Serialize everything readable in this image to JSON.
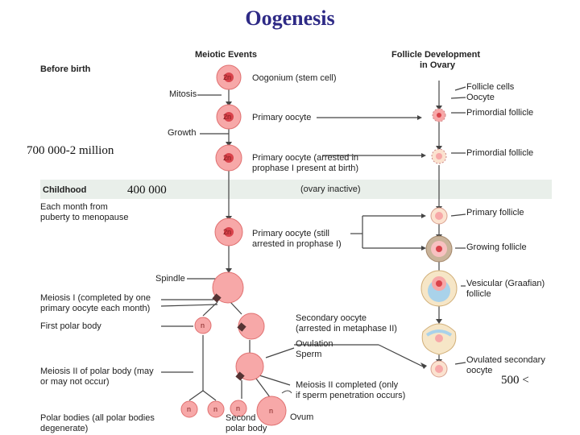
{
  "title": "Oogenesis",
  "headers": {
    "meiotic_events": "Meiotic Events",
    "follicle_dev_1": "Follicle Development",
    "follicle_dev_2": "in Ovary"
  },
  "stages": {
    "before_birth": "Before birth",
    "childhood": "Childhood",
    "each_month_1": "Each month from",
    "each_month_2": "puberty to menopause",
    "ovary_inactive": "(ovary inactive)"
  },
  "left_labels": {
    "mitosis": "Mitosis",
    "growth": "Growth",
    "spindle": "Spindle",
    "meiosis1_1": "Meiosis I (completed by one",
    "meiosis1_2": "primary oocyte each month)",
    "first_polar": "First polar body",
    "meiosis2_polar_1": "Meiosis II of polar body (may",
    "meiosis2_polar_2": "or may not occur)",
    "polar_bodies_1": "Polar bodies (all polar bodies",
    "polar_bodies_2": "degenerate)"
  },
  "center_labels": {
    "oogonium": "Oogonium (stem cell)",
    "primary_oocyte": "Primary oocyte",
    "primary_arrested_1": "Primary oocyte (arrested in",
    "primary_arrested_2": "prophase I present at birth)",
    "primary_still_1": "Primary oocyte (still",
    "primary_still_2": "arrested in prophase I)",
    "secondary_1": "Secondary oocyte",
    "secondary_2": "(arrested in metaphase II)",
    "ovulation": "Ovulation",
    "sperm": "Sperm",
    "meiosis2_done_1": "Meiosis II completed (only",
    "meiosis2_done_2": "if sperm penetration occurs)",
    "second_polar_1": "Second",
    "second_polar_2": "polar body",
    "ovum": "Ovum"
  },
  "right_labels": {
    "follicle_cells": "Follicle cells",
    "oocyte": "Oocyte",
    "primordial_1": "Primordial follicle",
    "primordial_2": "Primordial follicle",
    "primary_follicle": "Primary follicle",
    "growing_follicle": "Growing follicle",
    "vesicular_1": "Vesicular (Graafian)",
    "vesicular_2": "follicle",
    "ovulated_1": "Ovulated secondary",
    "ovulated_2": "oocyte"
  },
  "cell_labels": {
    "two_n": "2n",
    "n": "n"
  },
  "annotations": {
    "count_birth": "700 000-2 million",
    "count_childhood": "400 000",
    "count_ovulated": "500 <"
  },
  "colors": {
    "title": "#2e2a86",
    "cell_fill": "#f7a8a8",
    "cell_stroke": "#e07070",
    "nucleus": "#d9434b",
    "band": "#e9efea"
  }
}
